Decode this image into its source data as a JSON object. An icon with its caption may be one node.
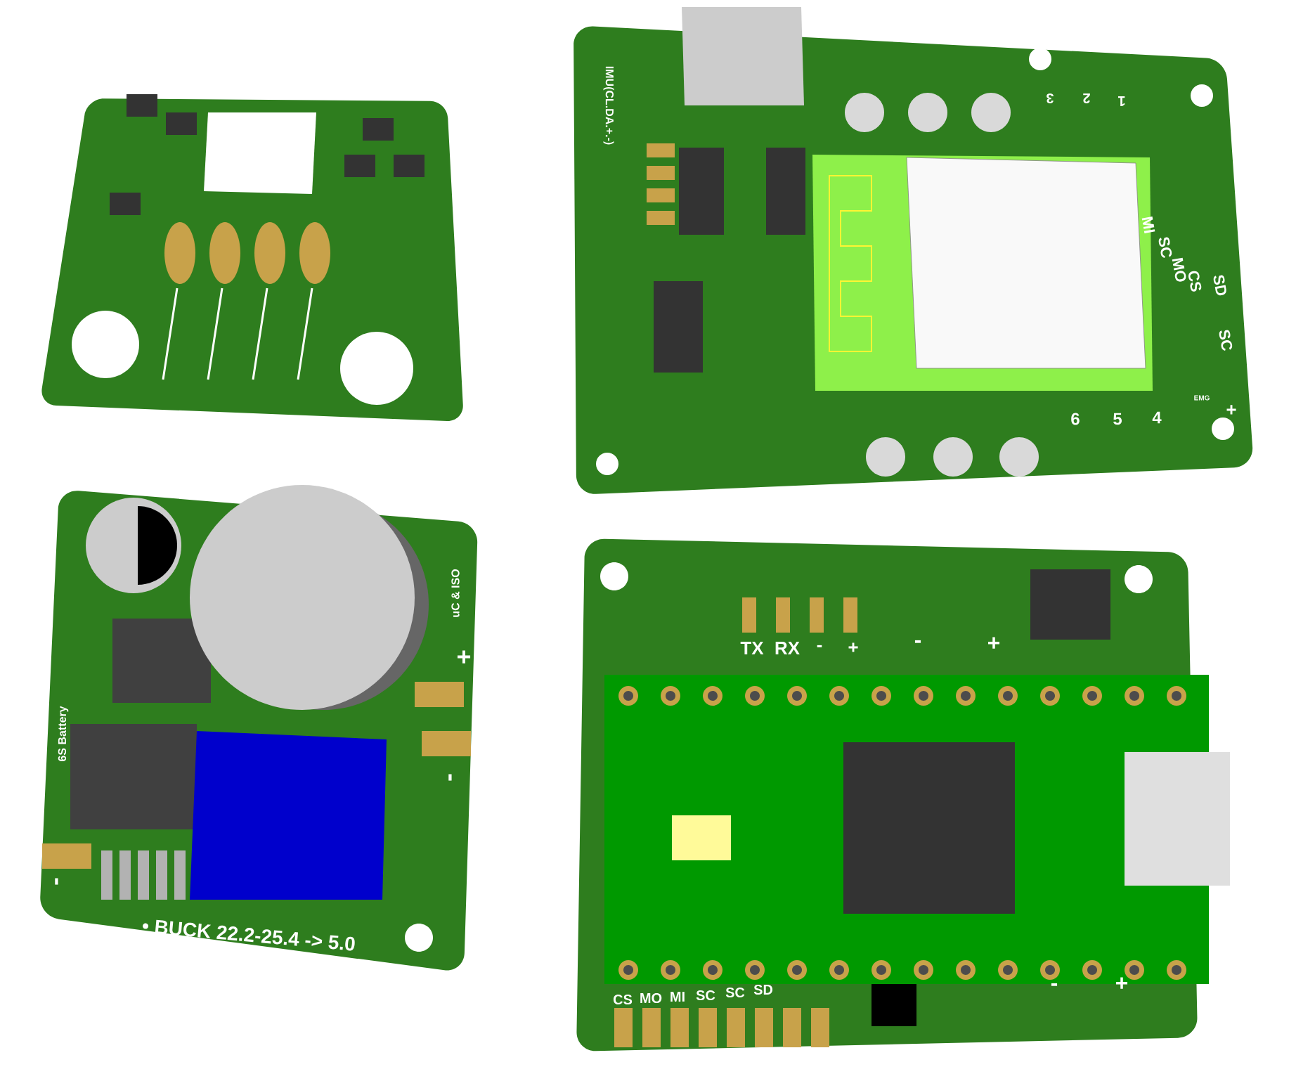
{
  "diagram": {
    "labels": [
      "IMU(CL.DA.+.-)",
      "3",
      "2",
      "1",
      "MI",
      "SC",
      "MO",
      "CS",
      "SD",
      "SC",
      "EMG",
      "6",
      "5",
      "4",
      "+",
      "uC & ISO",
      "+",
      "6S Battery",
      "-",
      "-",
      "• BUCK 22.2-25.4 -> 5.0",
      "TX",
      "RX",
      "-",
      "+",
      "-",
      "+",
      "CS",
      "MO",
      "MI",
      "SC",
      "SC",
      "SD",
      "-",
      "+"
    ]
  }
}
